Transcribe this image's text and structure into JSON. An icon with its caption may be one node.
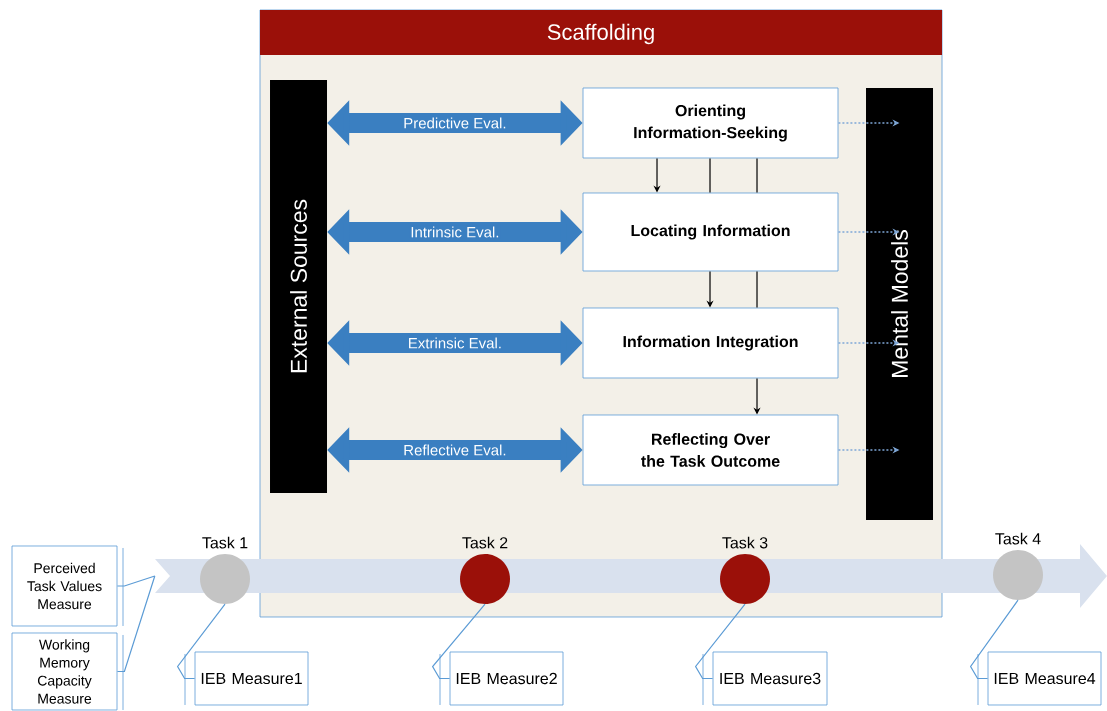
{
  "diagram": {
    "nodes": [
      {
        "text": [
          "Scaffolding"
        ]
      },
      {
        "text": [
          "External Sources"
        ],
        "in": 0
      },
      {
        "text": [
          "Orienting Information-Seeking"
        ],
        "in": 0
      },
      {
        "text": [
          "Locating Information"
        ],
        "in": 0
      },
      {
        "text": [
          "Information Integration"
        ],
        "in": 0
      },
      {
        "text": [
          "Reflecting Over the Task Outcome"
        ],
        "in": 0
      },
      {
        "text": [
          "Mental Models"
        ],
        "in": 0
      },
      {
        "text": [],
        "shape": "arrow"
      },
      {
        "text": [
          "Perceived Task Values Measure"
        ]
      },
      {
        "text": [
          "Working Memory Capacity Measure"
        ]
      },
      {
        "text": [],
        "shape": "circle",
        "beside": [
          "Task 1"
        ],
        "in": 7
      },
      {
        "text": [],
        "shape": "circle",
        "beside": [
          "Task 2"
        ]
      },
      {
        "text": [],
        "shape": "circle",
        "beside": [
          "Task 3"
        ]
      },
      {
        "text": [],
        "shape": "circle",
        "beside": [
          "Task 4"
        ],
        "in": 7
      },
      {
        "text": [
          "IEB Measure1"
        ]
      },
      {
        "text": [
          "IEB Measure2"
        ]
      },
      {
        "text": [
          "IEB Measure3"
        ]
      },
      {
        "text": [
          "IEB Measure4"
        ]
      }
    ],
    "edges": [
      {
        "from": 1,
        "to": 2,
        "arrow": "both",
        "label": "Predictive Eval.",
        "style": "thick",
        "color": "#3a7fc1"
      },
      {
        "from": 1,
        "to": 3,
        "arrow": "both",
        "label": "Intrinsic Eval.",
        "style": "thick",
        "color": "#3a7fc1"
      },
      {
        "from": 1,
        "to": 4,
        "arrow": "both",
        "label": "Extrinsic Eval.",
        "style": "thick",
        "color": "#3a7fc1"
      },
      {
        "from": 1,
        "to": 5,
        "arrow": "both",
        "label": "Reflective Eval.",
        "style": "thick",
        "color": "#3a7fc1"
      },
      {
        "from": 2,
        "to": 3,
        "arrow": "to",
        "color": "#000000"
      },
      {
        "from": 2,
        "to": 3,
        "arrow": "none",
        "color": "#000000"
      },
      {
        "from": 3,
        "to": 4,
        "arrow": "to",
        "color": "#000000"
      },
      {
        "from": 2,
        "to": 3,
        "arrow": "none",
        "color": "#000000"
      },
      {
        "from": 3,
        "to": 4,
        "arrow": "none",
        "color": "#000000"
      },
      {
        "from": 4,
        "to": 5,
        "arrow": "to",
        "color": "#000000"
      },
      {
        "from": 2,
        "to": 6,
        "arrow": "to",
        "style": "dashed",
        "color": "#7fa7d6"
      },
      {
        "from": 3,
        "to": 6,
        "arrow": "to",
        "style": "dashed",
        "color": "#7fa7d6"
      },
      {
        "from": 4,
        "to": 6,
        "arrow": "to",
        "style": "dashed",
        "color": "#7fa7d6"
      },
      {
        "from": 5,
        "to": 6,
        "arrow": "to",
        "style": "dashed",
        "color": "#7fa7d6"
      },
      {
        "from": 8,
        "to": 7,
        "arrow": "none",
        "color": "#5b9bd5"
      },
      {
        "from": 9,
        "to": 7,
        "arrow": "none",
        "color": "#5b9bd5"
      },
      {
        "from": 14,
        "to": 10,
        "arrow": "none",
        "color": "#5b9bd5"
      },
      {
        "from": 15,
        "to": 11,
        "arrow": "none",
        "color": "#5b9bd5"
      },
      {
        "from": 16,
        "to": 12,
        "arrow": "none",
        "color": "#5b9bd5"
      },
      {
        "from": 17,
        "to": 13,
        "arrow": "none",
        "color": "#5b9bd5"
      }
    ]
  }
}
